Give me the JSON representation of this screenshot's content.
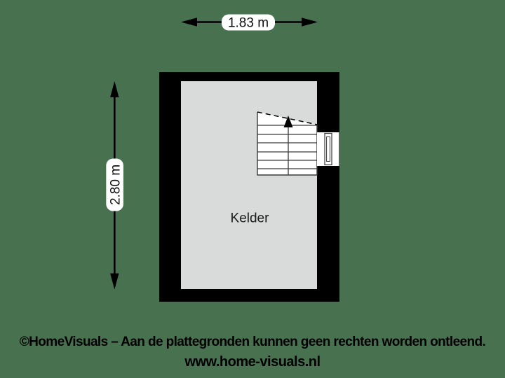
{
  "page": {
    "background_color": "#47714F"
  },
  "dimensions": {
    "width_label": "1.83 m",
    "height_label": "2.80 m"
  },
  "floorplan": {
    "room_label": "Kelder",
    "stair_direction": "up",
    "colors": {
      "wall": "#000000",
      "floor": "#D9DBDA",
      "stair": "#FFFFFF",
      "window": "#FFFFFF",
      "plan_line": "#3A3A3A",
      "dimension_line": "#000000",
      "label_background": "#FFFFFF"
    }
  },
  "footer": {
    "disclaimer": "©HomeVisuals – Aan de plattegronden kunnen geen rechten worden ontleend.",
    "website": "www.home-visuals.nl"
  }
}
